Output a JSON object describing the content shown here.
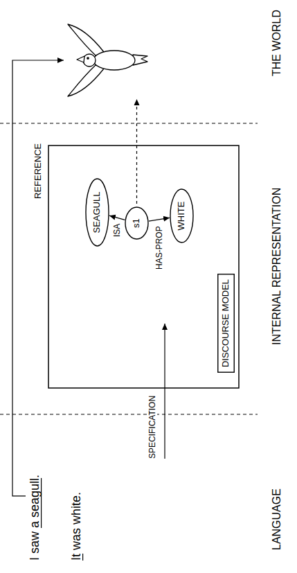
{
  "diagram": {
    "nodes": [
      {
        "text": [
          "SEAGULL"
        ]
      },
      {
        "text": [
          "s1"
        ]
      },
      {
        "text": [
          "WHITE"
        ]
      },
      {
        "text": [
          "DISCOURSE MODEL"
        ]
      }
    ],
    "edges": [
      {
        "from": 1,
        "to": 0,
        "arrow": "to",
        "label": "ISA"
      },
      {
        "from": 1,
        "to": 2,
        "arrow": "to",
        "label": "HAS-PROP"
      }
    ],
    "labels": [
      "I saw a seagull.",
      "It was white.",
      "REFERENCE",
      "SPECIFICATION",
      "LANGUAGE",
      "INTERNAL REPRESENTATION",
      "THE WORLD"
    ]
  }
}
